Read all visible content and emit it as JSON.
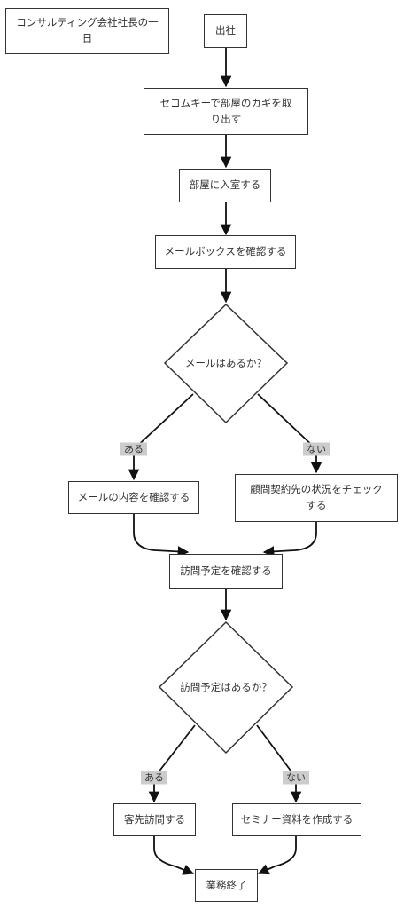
{
  "title": "コンサルティング会社社長の一日",
  "nodes": {
    "start": "出社",
    "unlock": "セコムキーで部屋のカギを取り出す",
    "enter": "部屋に入室する",
    "mailbox": "メールボックスを確認する",
    "mail_q": "メールはあるか？",
    "read_mail": "メールの内容を確認する",
    "check_clients": "顧問契約先の状況をチェックする",
    "check_visits": "訪問予定を確認する",
    "visit_q": "訪問予定はあるか？",
    "visit": "客先訪問する",
    "seminar": "セミナー資料を作成する",
    "end": "業務終了"
  },
  "edges": {
    "mail_yes": "ある",
    "mail_no": "ない",
    "visit_yes": "ある",
    "visit_no": "ない"
  }
}
